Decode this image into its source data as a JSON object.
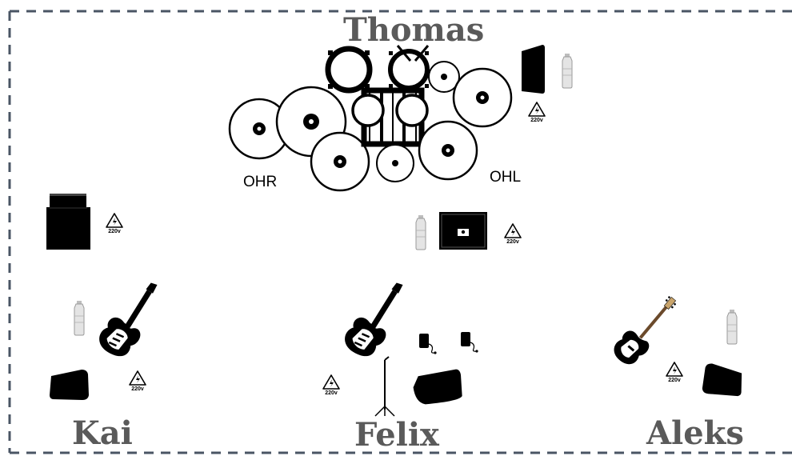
{
  "musicians": {
    "drummer": "Thomas",
    "left": "Kai",
    "center": "Felix",
    "right": "Aleks"
  },
  "mic_labels": {
    "overhead_right": "OHR",
    "overhead_left": "OHL"
  },
  "power": {
    "voltage": "220v"
  },
  "icons": {
    "amp": "amplifier-icon",
    "guitar": "electric-guitar-icon",
    "bass": "bass-guitar-icon",
    "monitor": "floor-monitor-icon",
    "bottle": "water-bottle-icon",
    "power": "power-outlet-icon",
    "mic_stand": "mic-stand-icon",
    "pedal": "effects-pedal-icon"
  }
}
